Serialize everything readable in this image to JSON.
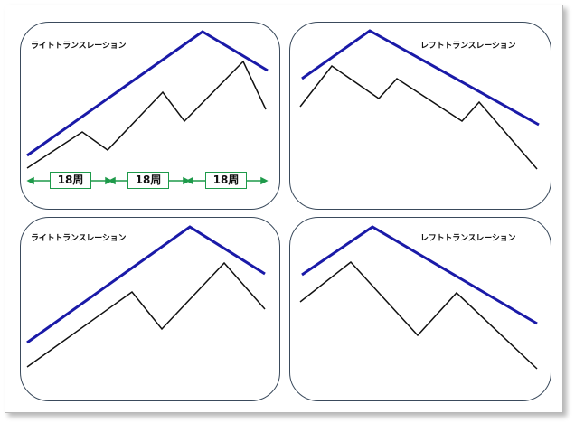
{
  "panels": [
    {
      "title": "ライトトランスレーション",
      "period_labels": [
        "18周",
        "18周",
        "18周"
      ]
    },
    {
      "title": "レフトトランスレーション"
    },
    {
      "title": "ライトトランスレーション"
    },
    {
      "title": "レフトトランスレーション"
    }
  ],
  "colors": {
    "trend_line": "#1a1aa8",
    "price_line": "#111111",
    "period_arrow": "#1e9a4a",
    "panel_border": "#3a4a5c"
  }
}
